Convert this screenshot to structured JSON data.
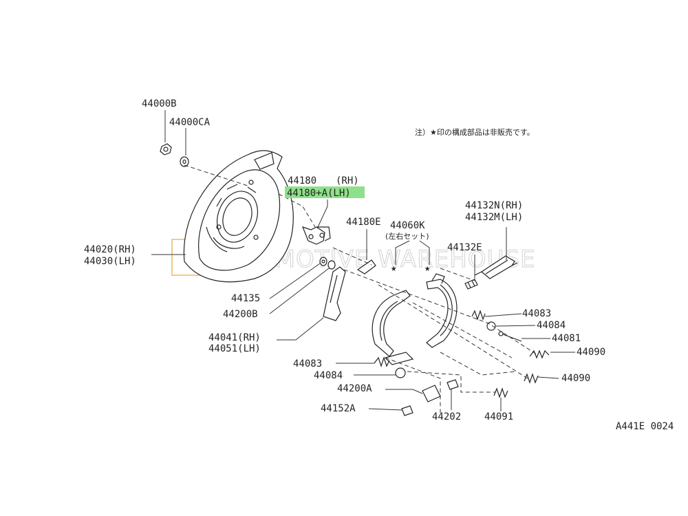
{
  "note": "注）★印の構成部品は非販売です。",
  "drawing_code": "A441E 0024",
  "watermark": "AUTOMOTIVE WAREHOUSE",
  "callouts": {
    "p44000B": "44000B",
    "p44000CA": "44000CA",
    "p44180": "44180",
    "p44180_rh": "(RH)",
    "p44180A": "44180+A(LH)",
    "p44020": "44020(RH)",
    "p44030": "44030(LH)",
    "p44132N": "44132N(RH)",
    "p44132M": "44132M(LH)",
    "p44180E": "44180E",
    "p44060K": "44060K",
    "p44060K_sub": "(左右セット)",
    "p44132E": "44132E",
    "p44135": "44135",
    "p44200B": "44200B",
    "p44041": "44041(RH)",
    "p44051": "44051(LH)",
    "p44083_r": "44083",
    "p44084_r": "44084",
    "p44081": "44081",
    "p44090_a": "44090",
    "p44090_b": "44090",
    "p44083_l": "44083",
    "p44084_l": "44084",
    "p44200A": "44200A",
    "p44152A": "44152A",
    "p44202": "44202",
    "p44091": "44091"
  },
  "colors": {
    "highlight": "#8fe08a",
    "line": "#333333"
  }
}
